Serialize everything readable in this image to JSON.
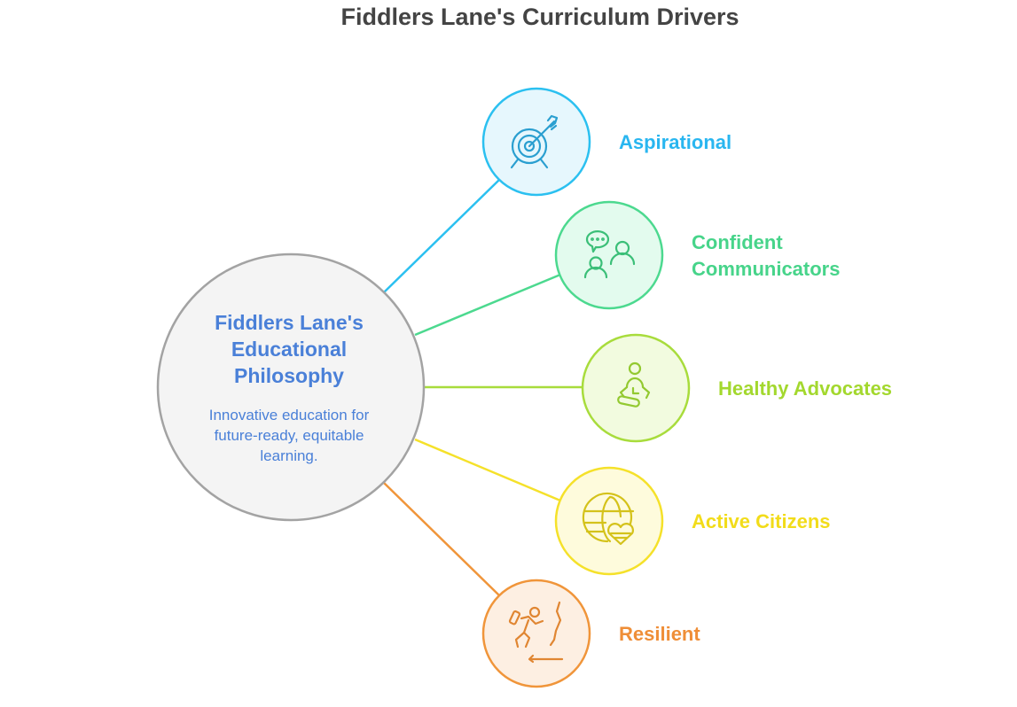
{
  "title": "Fiddlers Lane's Curriculum Drivers",
  "center": {
    "title_lines": [
      "Fiddlers Lane's",
      "Educational",
      "Philosophy"
    ],
    "description_lines": [
      "Innovative education for",
      "future-ready, equitable",
      "learning."
    ]
  },
  "drivers": [
    {
      "label_lines": [
        "Aspirational"
      ],
      "icon": "target-arrow-icon",
      "color": "#2bc0f0"
    },
    {
      "label_lines": [
        "Confident",
        "Communicators"
      ],
      "icon": "people-chat-icon",
      "color": "#47d48a"
    },
    {
      "label_lines": [
        "Healthy Advocates"
      ],
      "icon": "meditation-icon",
      "color": "#a3d82e"
    },
    {
      "label_lines": [
        "Active Citizens"
      ],
      "icon": "globe-heart-icon",
      "color": "#f2dc1a"
    },
    {
      "label_lines": [
        "Resilient"
      ],
      "icon": "climber-icon",
      "color": "#ef8e37"
    }
  ]
}
